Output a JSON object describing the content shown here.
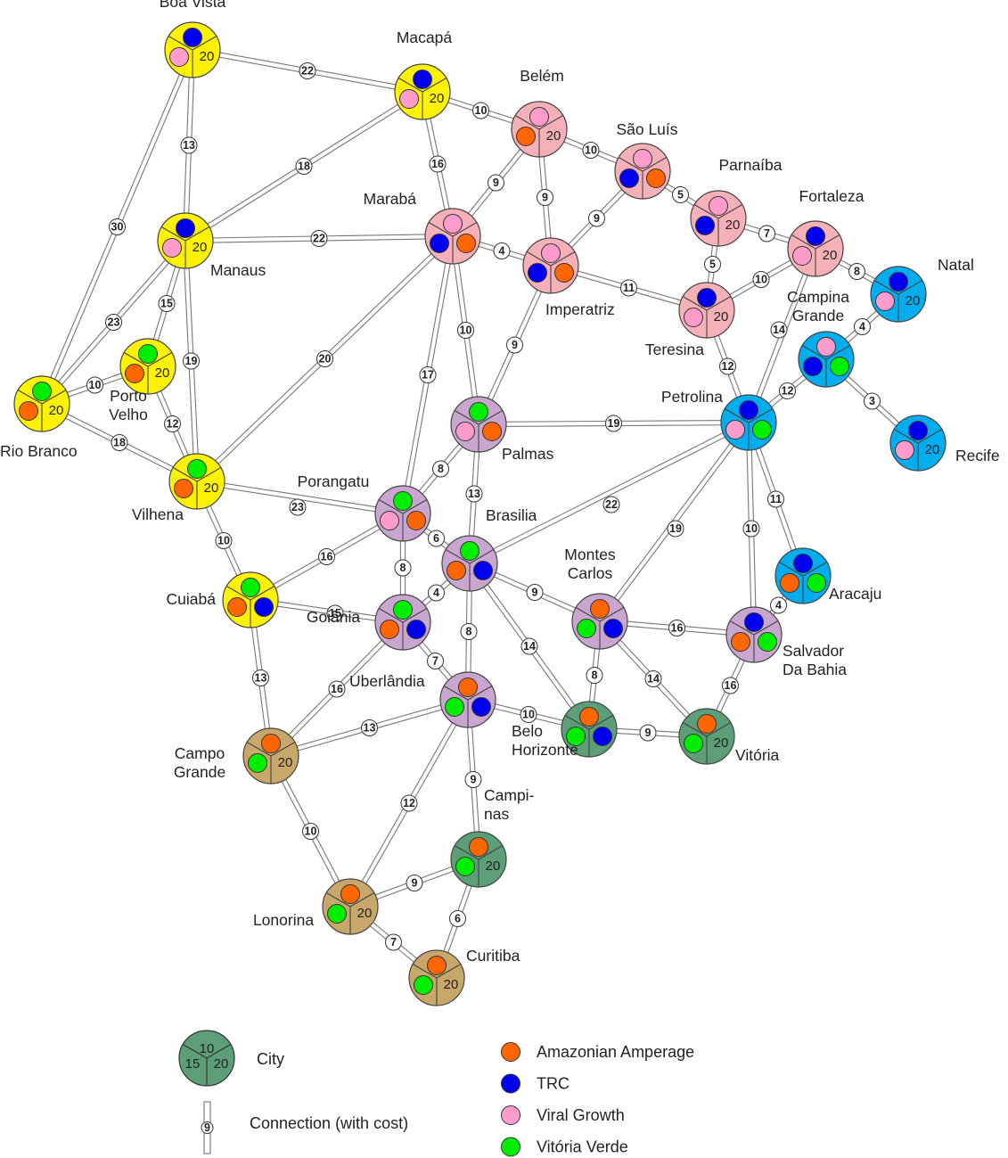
{
  "colors": {
    "region_yellow": "#fff200",
    "region_pink": "#f6b0b8",
    "region_cyan": "#00aeef",
    "region_purple": "#c9a6cf",
    "region_green": "#5b9e78",
    "region_tan": "#c8a76a",
    "Amazonian Amperage": "#ff6600",
    "TRC": "#0000ee",
    "Viral Growth": "#ff9ccc",
    "Vitória Verde": "#00ee00"
  },
  "cities": [
    {
      "id": "boa_vista",
      "name": [
        "Boa Vista"
      ],
      "region": "yellow",
      "stations": [
        "TRC",
        "Viral Growth"
      ],
      "slots": [
        "20"
      ]
    },
    {
      "id": "macapa",
      "name": [
        "Macapá"
      ],
      "region": "yellow",
      "stations": [
        "TRC",
        "Viral Growth"
      ],
      "slots": [
        "20"
      ]
    },
    {
      "id": "manaus",
      "name": [
        "Manaus"
      ],
      "region": "yellow",
      "stations": [
        "TRC",
        "Viral Growth"
      ],
      "slots": [
        "20"
      ]
    },
    {
      "id": "porto_velho",
      "name": [
        "Porto",
        "Velho"
      ],
      "region": "yellow",
      "stations": [
        "Vitória Verde",
        "Amazonian Amperage"
      ],
      "slots": [
        "20"
      ]
    },
    {
      "id": "rio_branco",
      "name": [
        "Rio Branco"
      ],
      "region": "yellow",
      "stations": [
        "Vitória Verde",
        "Amazonian Amperage"
      ],
      "slots": [
        "20"
      ]
    },
    {
      "id": "vilhena",
      "name": [
        "Vilhena"
      ],
      "region": "yellow",
      "stations": [
        "Vitória Verde",
        "Amazonian Amperage"
      ],
      "slots": [
        "20"
      ]
    },
    {
      "id": "cuiaba",
      "name": [
        "Cuiabá"
      ],
      "region": "yellow",
      "stations": [
        "Vitória Verde",
        "Amazonian Amperage",
        "TRC"
      ],
      "slots": []
    },
    {
      "id": "belem",
      "name": [
        "Belém"
      ],
      "region": "pink",
      "stations": [
        "Viral Growth",
        "Amazonian Amperage"
      ],
      "slots": [
        "20"
      ]
    },
    {
      "id": "sao_luis",
      "name": [
        "São Luís"
      ],
      "region": "pink",
      "stations": [
        "Viral Growth",
        "TRC",
        "Amazonian Amperage"
      ],
      "slots": []
    },
    {
      "id": "parnaiba",
      "name": [
        "Parnaíba"
      ],
      "region": "pink",
      "stations": [
        "Viral Growth",
        "TRC"
      ],
      "slots": [
        "20"
      ]
    },
    {
      "id": "fortaleza",
      "name": [
        "Fortaleza"
      ],
      "region": "pink",
      "stations": [
        "TRC",
        "Viral Growth"
      ],
      "slots": [
        "20"
      ]
    },
    {
      "id": "maraba",
      "name": [
        "Marabá"
      ],
      "region": "pink",
      "stations": [
        "Viral Growth",
        "TRC",
        "Amazonian Amperage"
      ],
      "slots": []
    },
    {
      "id": "imperatriz",
      "name": [
        "Imperatriz"
      ],
      "region": "pink",
      "stations": [
        "Viral Growth",
        "TRC",
        "Amazonian Amperage"
      ],
      "slots": []
    },
    {
      "id": "teresina",
      "name": [
        "Teresina"
      ],
      "region": "pink",
      "stations": [
        "TRC",
        "Viral Growth"
      ],
      "slots": [
        "20"
      ]
    },
    {
      "id": "natal",
      "name": [
        "Natal"
      ],
      "region": "cyan",
      "stations": [
        "TRC",
        "Viral Growth"
      ],
      "slots": [
        "20"
      ]
    },
    {
      "id": "campina_grande",
      "name": [
        "Campina",
        "Grande"
      ],
      "region": "cyan",
      "stations": [
        "Viral Growth",
        "TRC",
        "Vitória Verde"
      ],
      "slots": []
    },
    {
      "id": "petrolina",
      "name": [
        "Petrolina"
      ],
      "region": "cyan",
      "stations": [
        "TRC",
        "Viral Growth",
        "Vitória Verde"
      ],
      "slots": []
    },
    {
      "id": "recife",
      "name": [
        "Recife"
      ],
      "region": "cyan",
      "stations": [
        "TRC",
        "Viral Growth"
      ],
      "slots": [
        "20"
      ]
    },
    {
      "id": "aracaju",
      "name": [
        "Aracaju"
      ],
      "region": "cyan",
      "stations": [
        "TRC",
        "Amazonian Amperage",
        "Vitória Verde"
      ],
      "slots": []
    },
    {
      "id": "palmas",
      "name": [
        "Palmas"
      ],
      "region": "purple",
      "stations": [
        "Vitória Verde",
        "Viral Growth",
        "Amazonian Amperage"
      ],
      "slots": []
    },
    {
      "id": "porangatu",
      "name": [
        "Porangatu"
      ],
      "region": "purple",
      "stations": [
        "Vitória Verde",
        "Viral Growth",
        "Amazonian Amperage"
      ],
      "slots": []
    },
    {
      "id": "brasilia",
      "name": [
        "Brasilia"
      ],
      "region": "purple",
      "stations": [
        "Vitória Verde",
        "Amazonian Amperage",
        "TRC"
      ],
      "slots": []
    },
    {
      "id": "goiania",
      "name": [
        "Goiânia"
      ],
      "region": "purple",
      "stations": [
        "Vitória Verde",
        "Amazonian Amperage",
        "TRC"
      ],
      "slots": []
    },
    {
      "id": "montes_carlos",
      "name": [
        "Montes",
        "Carlos"
      ],
      "region": "purple",
      "stations": [
        "Amazonian Amperage",
        "Vitória Verde",
        "TRC"
      ],
      "slots": []
    },
    {
      "id": "salvador",
      "name": [
        "Salvador",
        "Da Bahia"
      ],
      "region": "purple",
      "stations": [
        "TRC",
        "Amazonian Amperage",
        "Vitória Verde"
      ],
      "slots": []
    },
    {
      "id": "uberlandia",
      "name": [
        "Uberlândia"
      ],
      "region": "purple",
      "stations": [
        "Amazonian Amperage",
        "Vitória Verde",
        "TRC"
      ],
      "slots": []
    },
    {
      "id": "belo_horizonte",
      "name": [
        "Belo",
        "Horizonte"
      ],
      "region": "green",
      "stations": [
        "Amazonian Amperage",
        "Vitória Verde",
        "TRC"
      ],
      "slots": []
    },
    {
      "id": "vitoria",
      "name": [
        "Vitória"
      ],
      "region": "green",
      "stations": [
        "Amazonian Amperage",
        "Vitória Verde"
      ],
      "slots": [
        "20"
      ]
    },
    {
      "id": "campinas",
      "name": [
        "Campi-",
        "nas"
      ],
      "region": "green",
      "stations": [
        "Amazonian Amperage",
        "Vitória Verde"
      ],
      "slots": [
        "20"
      ]
    },
    {
      "id": "campo_grande",
      "name": [
        "Campo",
        "Grande"
      ],
      "region": "tan",
      "stations": [
        "Amazonian Amperage",
        "Vitória Verde"
      ],
      "slots": [
        "20"
      ]
    },
    {
      "id": "lonorina",
      "name": [
        "Lonorina"
      ],
      "region": "tan",
      "stations": [
        "Amazonian Amperage",
        "Vitória Verde"
      ],
      "slots": [
        "20"
      ]
    },
    {
      "id": "curitiba",
      "name": [
        "Curitiba"
      ],
      "region": "tan",
      "stations": [
        "Amazonian Amperage",
        "Vitória Verde"
      ],
      "slots": [
        "20"
      ]
    }
  ],
  "connections": [
    {
      "from": "boa_vista",
      "to": "macapa",
      "cost": "22"
    },
    {
      "from": "boa_vista",
      "to": "manaus",
      "cost": "13"
    },
    {
      "from": "boa_vista",
      "to": "rio_branco",
      "cost": "30"
    },
    {
      "from": "macapa",
      "to": "manaus",
      "cost": "18"
    },
    {
      "from": "macapa",
      "to": "belem",
      "cost": "10"
    },
    {
      "from": "macapa",
      "to": "maraba",
      "cost": "16"
    },
    {
      "from": "manaus",
      "to": "maraba",
      "cost": "22"
    },
    {
      "from": "manaus",
      "to": "porto_velho",
      "cost": "15"
    },
    {
      "from": "manaus",
      "to": "rio_branco",
      "cost": "23"
    },
    {
      "from": "manaus",
      "to": "vilhena",
      "cost": "19"
    },
    {
      "from": "porto_velho",
      "to": "rio_branco",
      "cost": "10"
    },
    {
      "from": "porto_velho",
      "to": "vilhena",
      "cost": "12"
    },
    {
      "from": "rio_branco",
      "to": "vilhena",
      "cost": "18"
    },
    {
      "from": "vilhena",
      "to": "maraba",
      "cost": "20"
    },
    {
      "from": "vilhena",
      "to": "porangatu",
      "cost": "23"
    },
    {
      "from": "vilhena",
      "to": "cuiaba",
      "cost": "10"
    },
    {
      "from": "belem",
      "to": "maraba",
      "cost": "9"
    },
    {
      "from": "belem",
      "to": "imperatriz",
      "cost": "9"
    },
    {
      "from": "belem",
      "to": "sao_luis",
      "cost": "10"
    },
    {
      "from": "sao_luis",
      "to": "imperatriz",
      "cost": "9"
    },
    {
      "from": "sao_luis",
      "to": "parnaiba",
      "cost": "5"
    },
    {
      "from": "parnaiba",
      "to": "fortaleza",
      "cost": "7"
    },
    {
      "from": "parnaiba",
      "to": "teresina",
      "cost": "5"
    },
    {
      "from": "fortaleza",
      "to": "teresina",
      "cost": "10"
    },
    {
      "from": "fortaleza",
      "to": "natal",
      "cost": "8"
    },
    {
      "from": "fortaleza",
      "to": "petrolina",
      "cost": "14"
    },
    {
      "from": "maraba",
      "to": "imperatriz",
      "cost": "4"
    },
    {
      "from": "maraba",
      "to": "palmas",
      "cost": "10"
    },
    {
      "from": "maraba",
      "to": "porangatu",
      "cost": "17"
    },
    {
      "from": "imperatriz",
      "to": "teresina",
      "cost": "11"
    },
    {
      "from": "imperatriz",
      "to": "palmas",
      "cost": "9"
    },
    {
      "from": "teresina",
      "to": "petrolina",
      "cost": "12"
    },
    {
      "from": "natal",
      "to": "campina_grande",
      "cost": "4"
    },
    {
      "from": "campina_grande",
      "to": "petrolina",
      "cost": "12"
    },
    {
      "from": "campina_grande",
      "to": "recife",
      "cost": "3"
    },
    {
      "from": "palmas",
      "to": "petrolina",
      "cost": "19"
    },
    {
      "from": "palmas",
      "to": "porangatu",
      "cost": "8"
    },
    {
      "from": "palmas",
      "to": "brasilia",
      "cost": "13"
    },
    {
      "from": "petrolina",
      "to": "brasilia",
      "cost": "22"
    },
    {
      "from": "petrolina",
      "to": "montes_carlos",
      "cost": "19"
    },
    {
      "from": "petrolina",
      "to": "salvador",
      "cost": "10"
    },
    {
      "from": "petrolina",
      "to": "aracaju",
      "cost": "11"
    },
    {
      "from": "aracaju",
      "to": "salvador",
      "cost": "4"
    },
    {
      "from": "porangatu",
      "to": "brasilia",
      "cost": "6"
    },
    {
      "from": "porangatu",
      "to": "goiania",
      "cost": "8"
    },
    {
      "from": "porangatu",
      "to": "cuiaba",
      "cost": "16"
    },
    {
      "from": "cuiaba",
      "to": "goiania",
      "cost": "15"
    },
    {
      "from": "cuiaba",
      "to": "campo_grande",
      "cost": "13"
    },
    {
      "from": "brasilia",
      "to": "goiania",
      "cost": "4"
    },
    {
      "from": "brasilia",
      "to": "uberlandia",
      "cost": "8"
    },
    {
      "from": "brasilia",
      "to": "montes_carlos",
      "cost": "9"
    },
    {
      "from": "brasilia",
      "to": "belo_horizonte",
      "cost": "14"
    },
    {
      "from": "montes_carlos",
      "to": "salvador",
      "cost": "16"
    },
    {
      "from": "montes_carlos",
      "to": "belo_horizonte",
      "cost": "8"
    },
    {
      "from": "montes_carlos",
      "to": "vitoria",
      "cost": "14"
    },
    {
      "from": "salvador",
      "to": "vitoria",
      "cost": "16"
    },
    {
      "from": "goiania",
      "to": "uberlandia",
      "cost": "7"
    },
    {
      "from": "goiania",
      "to": "campo_grande",
      "cost": "16"
    },
    {
      "from": "uberlandia",
      "to": "belo_horizonte",
      "cost": "10"
    },
    {
      "from": "uberlandia",
      "to": "campo_grande",
      "cost": "13"
    },
    {
      "from": "uberlandia",
      "to": "campinas",
      "cost": "9"
    },
    {
      "from": "uberlandia",
      "to": "lonorina",
      "cost": "12"
    },
    {
      "from": "belo_horizonte",
      "to": "vitoria",
      "cost": "9"
    },
    {
      "from": "campo_grande",
      "to": "lonorina",
      "cost": "10"
    },
    {
      "from": "lonorina",
      "to": "campinas",
      "cost": "9"
    },
    {
      "from": "lonorina",
      "to": "curitiba",
      "cost": "7"
    },
    {
      "from": "campinas",
      "to": "curitiba",
      "cost": "6"
    }
  ],
  "legend": {
    "city_label": "City",
    "city_slots": [
      "10",
      "15",
      "20"
    ],
    "connection_label": "Connection (with cost)",
    "connection_cost": "9",
    "companies": [
      "Amazonian Amperage",
      "TRC",
      "Viral Growth",
      "Vitória Verde"
    ]
  }
}
